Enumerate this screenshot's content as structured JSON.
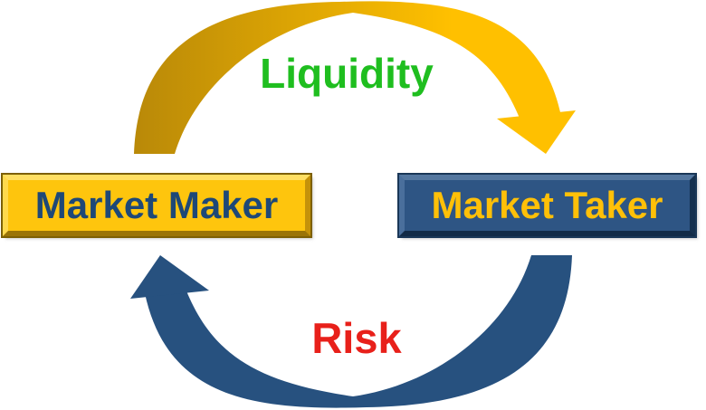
{
  "diagram": {
    "background": "#FFFFFF",
    "boxes": {
      "maker": {
        "label": "Market Maker",
        "fill": "#FEC50D",
        "text_color": "#1E4877"
      },
      "taker": {
        "label": "Market Taker",
        "fill": "#2E5584",
        "text_color": "#FFC008"
      }
    },
    "flows": {
      "liquidity": {
        "label": "Liquidity",
        "label_color": "#1FBE1F",
        "from": "Market Maker",
        "to": "Market Taker",
        "tail_color": "#B98908",
        "head_color": "#FFC000"
      },
      "risk": {
        "label": "Risk",
        "label_color": "#E8201A",
        "from": "Market Taker",
        "to": "Market Maker",
        "color": "#27517F"
      }
    }
  }
}
